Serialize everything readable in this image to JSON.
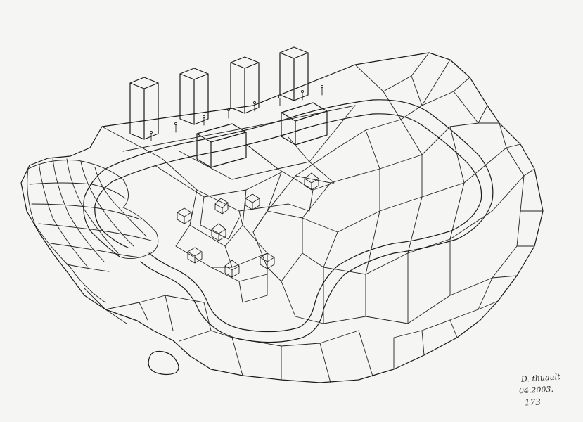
{
  "signature": {
    "name": "D. thuault",
    "date": "04.2003.",
    "number": "173"
  },
  "colors": {
    "paper": "#f5f5f3",
    "ink": "#1a1a1a"
  }
}
